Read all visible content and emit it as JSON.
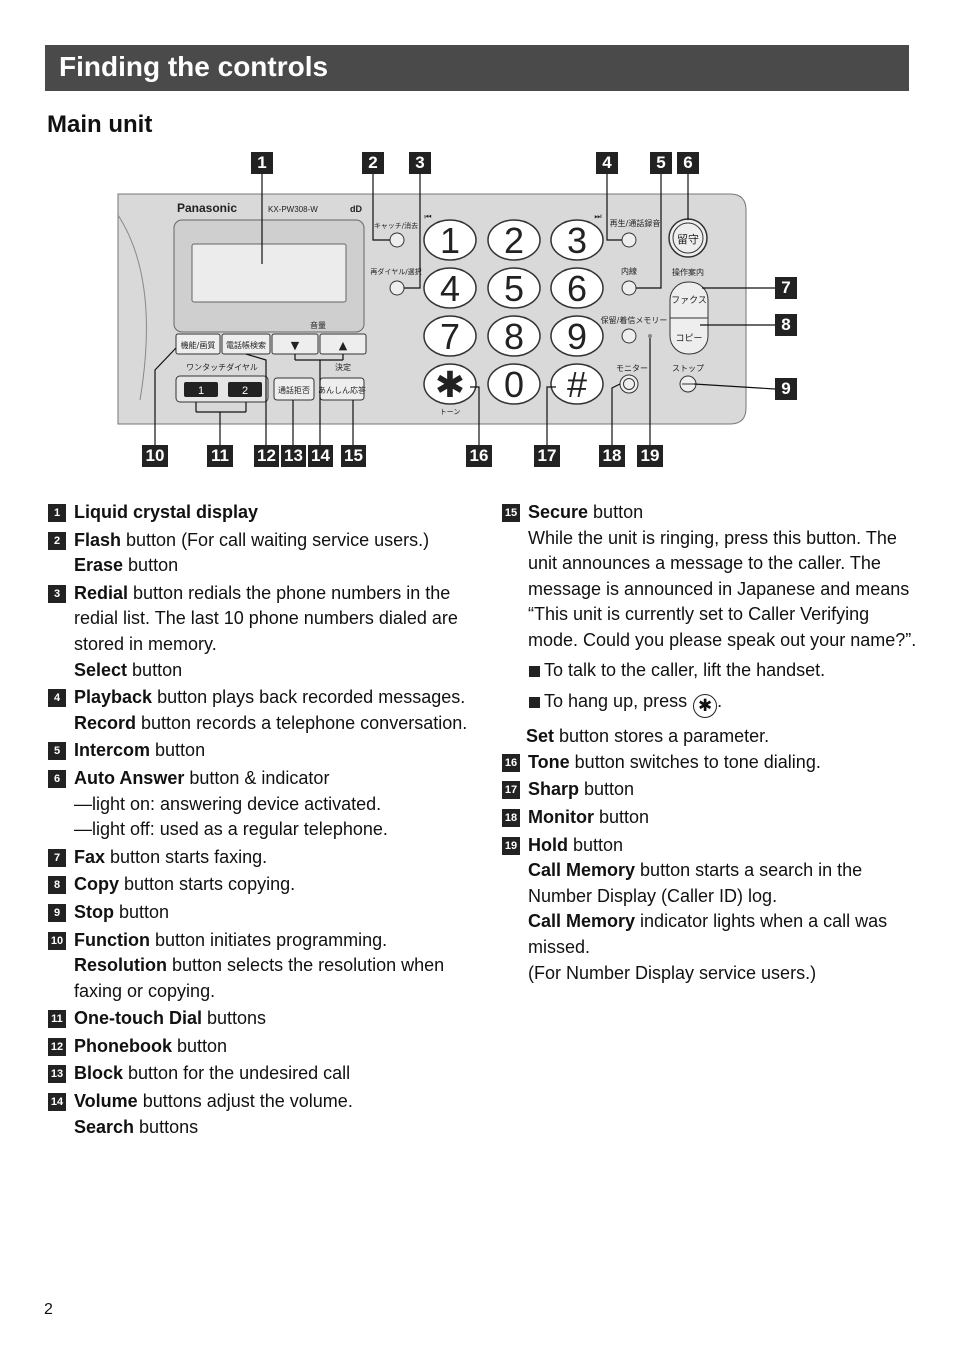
{
  "header": {
    "title": "Finding the controls"
  },
  "section": {
    "title": "Main unit"
  },
  "device": {
    "brand": "Panasonic",
    "model": "KX-PW308-W",
    "dd_logo": "dD",
    "keys": [
      "1",
      "2",
      "3",
      "4",
      "5",
      "6",
      "7",
      "8",
      "9",
      "✱",
      "0",
      "#"
    ],
    "tone_label": "トーン",
    "labels": {
      "catch": "キャッチ/消去",
      "redial": "再ダイヤル/選択",
      "play": "再生/通話録音",
      "intercom": "内線",
      "auto_answer": "留守",
      "guide": "操作案内",
      "fax": "ファクス",
      "copy": "コピー",
      "hold": "保留/着信メモリー",
      "monitor": "モニター",
      "stop": "ストップ",
      "function": "機能/画質",
      "phonebook": "電話帳検索",
      "volume": "音量",
      "vol_down": "▼",
      "vol_up": "▲",
      "set": "決定",
      "one_touch": "ワンタッチダイヤル",
      "ot1": "1",
      "ot2": "2",
      "block": "通話拒否",
      "secure": "あんしん応答",
      "prev": "⏮",
      "next": "⏭"
    }
  },
  "callouts": [
    "1",
    "2",
    "3",
    "4",
    "5",
    "6",
    "7",
    "8",
    "9",
    "10",
    "11",
    "12",
    "13",
    "14",
    "15",
    "16",
    "17",
    "18",
    "19"
  ],
  "left_items": [
    {
      "n": "1",
      "parts": [
        [
          "Liquid crystal display",
          ""
        ]
      ]
    },
    {
      "n": "2",
      "parts": [
        [
          "Flash",
          " button (For call waiting service users.)"
        ],
        [
          "Erase",
          " button"
        ]
      ]
    },
    {
      "n": "3",
      "parts": [
        [
          "Redial",
          " button redials the phone numbers in the redial list. The last 10 phone numbers dialed are stored in memory."
        ],
        [
          "Select",
          " button"
        ]
      ]
    },
    {
      "n": "4",
      "parts": [
        [
          "Playback",
          " button plays back recorded messages."
        ],
        [
          "Record",
          " button records a telephone conversation."
        ]
      ]
    },
    {
      "n": "5",
      "parts": [
        [
          "Intercom",
          " button"
        ]
      ]
    },
    {
      "n": "6",
      "parts": [
        [
          "Auto Answer",
          " button & indicator"
        ],
        [
          "",
          "—light on:  answering device activated."
        ],
        [
          "",
          "—light off:  used as a regular telephone."
        ]
      ]
    },
    {
      "n": "7",
      "parts": [
        [
          "Fax",
          " button starts faxing."
        ]
      ]
    },
    {
      "n": "8",
      "parts": [
        [
          "Copy",
          " button starts copying."
        ]
      ]
    },
    {
      "n": "9",
      "parts": [
        [
          "Stop",
          " button"
        ]
      ]
    },
    {
      "n": "10",
      "parts": [
        [
          "Function",
          " button initiates programming."
        ],
        [
          "Resolution",
          " button selects the resolution when faxing or copying."
        ]
      ]
    },
    {
      "n": "11",
      "parts": [
        [
          "One-touch Dial",
          " buttons"
        ]
      ]
    },
    {
      "n": "12",
      "parts": [
        [
          "Phonebook",
          " button"
        ]
      ]
    },
    {
      "n": "13",
      "parts": [
        [
          "Block",
          " button for the undesired call"
        ]
      ]
    },
    {
      "n": "14",
      "parts": [
        [
          "Volume",
          " buttons adjust the volume."
        ],
        [
          "Search",
          " buttons"
        ]
      ]
    }
  ],
  "right": {
    "secure_title": "Secure",
    "secure_rest": " button",
    "secure_desc": "While the unit is ringing, press this button. The unit announces a message to the caller. The message is announced in Japanese and means “This unit is currently set to Caller Verifying mode. Could you please speak out your name?”.",
    "bullet1": "To talk to the caller, lift the handset.",
    "bullet2": "To hang up, press",
    "bullet2_end": ".",
    "star": "✱",
    "set_title": "Set",
    "set_rest": " button stores a parameter.",
    "items": [
      {
        "n": "16",
        "parts": [
          [
            "Tone",
            " button switches to tone dialing."
          ]
        ]
      },
      {
        "n": "17",
        "parts": [
          [
            "Sharp",
            " button"
          ]
        ]
      },
      {
        "n": "18",
        "parts": [
          [
            "Monitor",
            " button"
          ]
        ]
      },
      {
        "n": "19",
        "parts": [
          [
            "Hold",
            " button"
          ],
          [
            "Call Memory",
            " button starts a search in the Number Display (Caller ID) log."
          ],
          [
            "Call Memory",
            " indicator lights when a call was missed."
          ],
          [
            "",
            "(For Number Display service users.)"
          ]
        ]
      }
    ],
    "secure_n": "15"
  },
  "page_number": "2",
  "colors": {
    "header_bg": "#4a4a4a",
    "panel": "#d9d9d9",
    "callout_bg": "#222222"
  }
}
